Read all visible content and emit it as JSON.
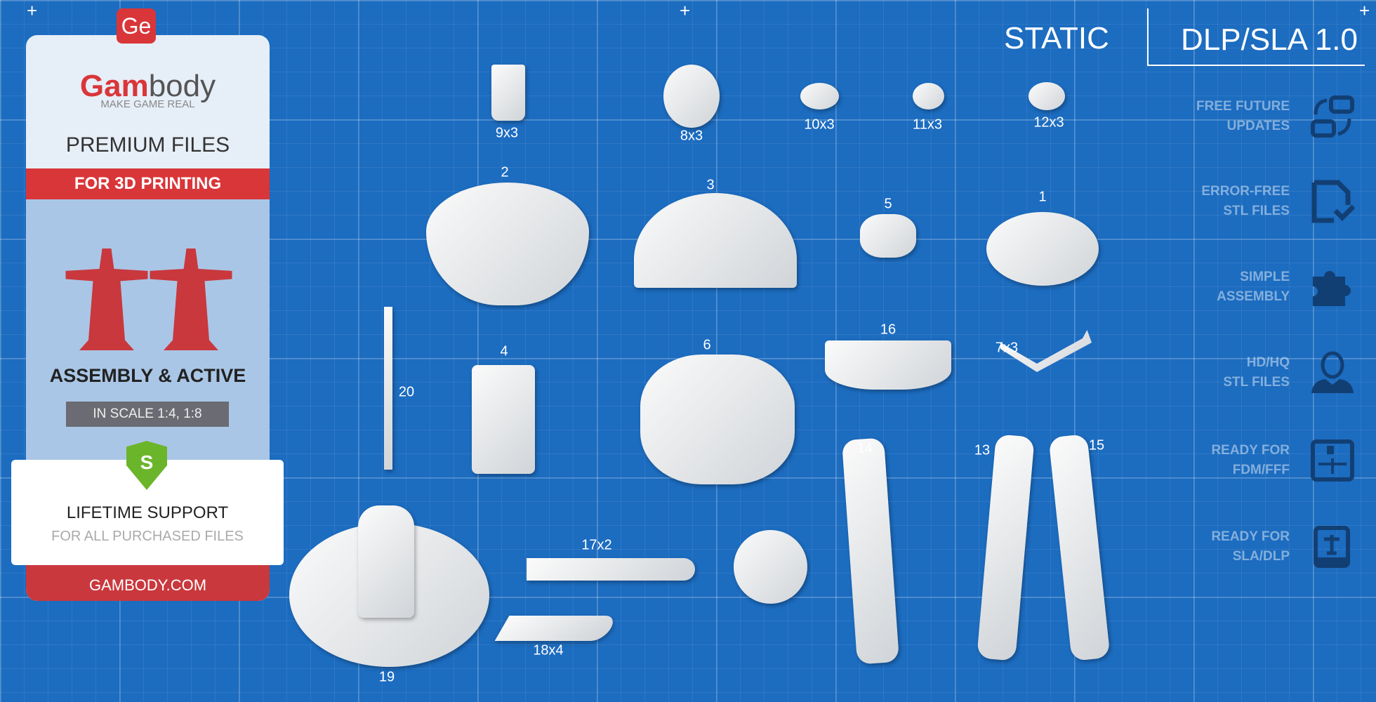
{
  "panel": {
    "logo": "Ge",
    "brand_red": "Gam",
    "brand_grey": "body",
    "tagline": "MAKE GAME REAL",
    "premium": "PREMIUM FILES",
    "printing": "FOR 3D PRINTING",
    "assembly": "ASSEMBLY & ACTIVE",
    "scale": "IN SCALE 1:4, 1:8",
    "shield": "S",
    "support": "LIFETIME SUPPORT",
    "support_sub": "FOR ALL PURCHASED FILES",
    "site": "GAMBODY.COM"
  },
  "header": {
    "static": "STATIC",
    "version": "DLP/SLA 1.0"
  },
  "features": [
    {
      "line1": "FREE FUTURE",
      "line2": "UPDATES",
      "icon": "updates-icon"
    },
    {
      "line1": "ERROR-FREE",
      "line2": "STL FILES",
      "icon": "file-check-icon"
    },
    {
      "line1": "SIMPLE",
      "line2": "ASSEMBLY",
      "icon": "puzzle-icon"
    },
    {
      "line1": "HD/HQ",
      "line2": "STL FILES",
      "icon": "ironman-icon"
    },
    {
      "line1": "READY FOR",
      "line2": "FDM/FFF",
      "icon": "fdm-printer-icon"
    },
    {
      "line1": "READY FOR",
      "line2": "SLA/DLP",
      "icon": "sla-printer-icon"
    }
  ],
  "parts": [
    "9x3",
    "8x3",
    "10x3",
    "11x3",
    "12x3",
    "2",
    "3",
    "5",
    "1",
    "20",
    "4",
    "6",
    "16",
    "7x3",
    "14",
    "13",
    "15",
    "17x2",
    "18x4",
    "19"
  ],
  "colors": {
    "background": "#1c6cc0",
    "brand_red": "#d9363a",
    "shield_green": "#6bb52b"
  }
}
